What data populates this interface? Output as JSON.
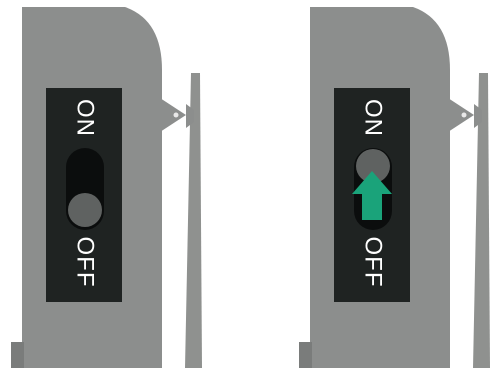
{
  "panels": [
    {
      "id": "off-state",
      "labels": {
        "on": "ON",
        "off": "OFF"
      },
      "switch_position": "off",
      "arrow_shown": false
    },
    {
      "id": "switching-on",
      "labels": {
        "on": "ON",
        "off": "OFF"
      },
      "switch_position": "on",
      "arrow_shown": true,
      "arrow_direction": "up"
    }
  ],
  "colors": {
    "device_body": "#8c8e8d",
    "device_edge": "#7a7c7b",
    "switch_plate": "#1f2322",
    "toggle_track": "#0b0d0d",
    "toggle_knob": "#5f6261",
    "label_text": "#ffffff",
    "arrow": "#1aa37a",
    "antenna": "#8f918f",
    "hinge_dot": "#e8e8e8"
  },
  "icons": [
    "up-arrow-icon"
  ]
}
